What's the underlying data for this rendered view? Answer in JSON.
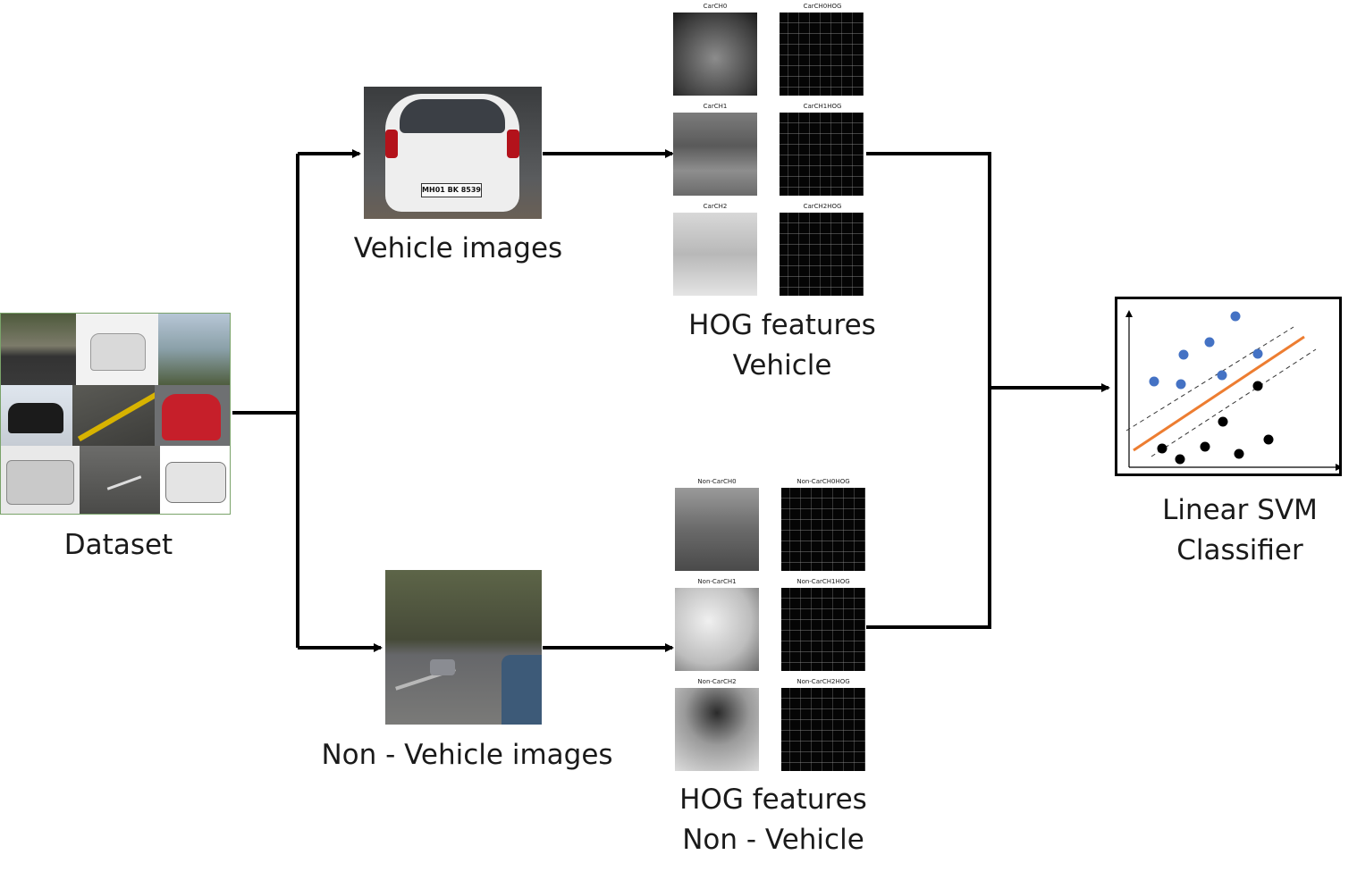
{
  "labels": {
    "dataset": "Dataset",
    "vehicle_images": "Vehicle images",
    "non_vehicle_images": "Non - Vehicle images",
    "hog_vehicle_1": "HOG features",
    "hog_vehicle_2": "Vehicle",
    "hog_nonvehicle_1": "HOG features",
    "hog_nonvehicle_2": "Non - Vehicle",
    "svm_1": "Linear SVM",
    "svm_2": "Classifier"
  },
  "vehicle_panels": {
    "ch0": "CarCH0",
    "ch0hog": "CarCH0HOG",
    "ch1": "CarCH1",
    "ch1hog": "CarCH1HOG",
    "ch2": "CarCH2",
    "ch2hog": "CarCH2HOG"
  },
  "nonvehicle_panels": {
    "ch0": "Non-CarCH0",
    "ch0hog": "Non-CarCH0HOG",
    "ch1": "Non-CarCH1",
    "ch1hog": "Non-CarCH1HOG",
    "ch2": "Non-CarCH2",
    "ch2hog": "Non-CarCH2HOG"
  },
  "vehicle_plate": "MH01 BK 8539",
  "colors": {
    "arrow": "#000000",
    "svm_line": "#ed7d31",
    "class_a": "#4472c4",
    "class_b": "#000000"
  }
}
